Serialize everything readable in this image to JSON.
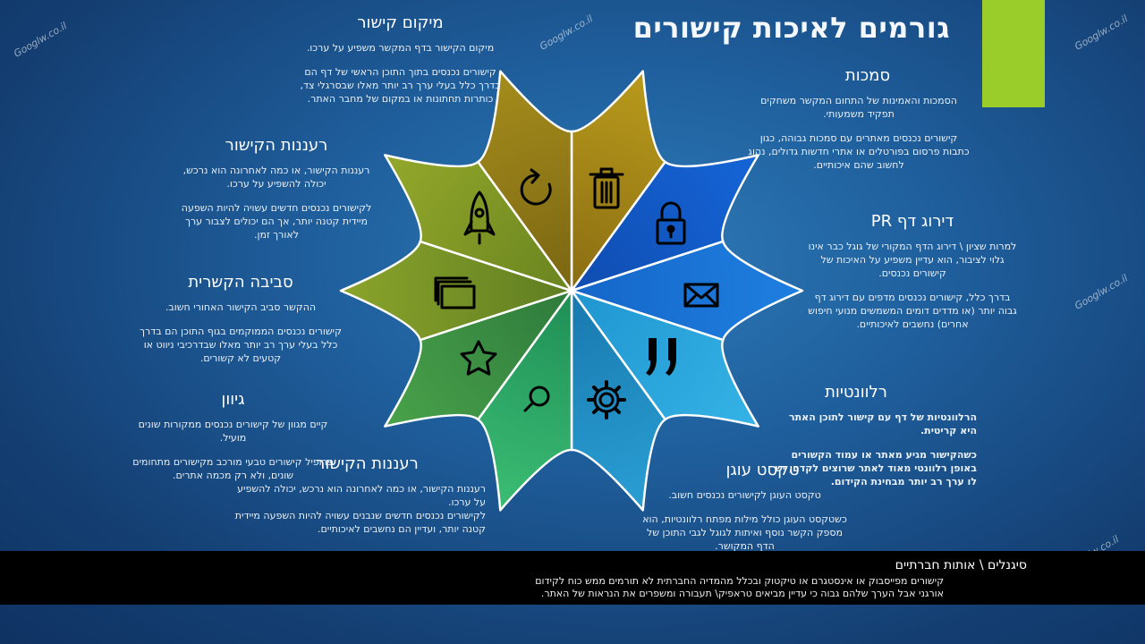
{
  "title": "גורמים לאיכות קישורים",
  "watermark": "Googlw.co.il",
  "sections": {
    "location": {
      "heading": "מיקום קישור",
      "p1": "מיקום הקישור בדף המקשר משפיע על ערכו.",
      "p2": "קישורים נכנסים בתוך התוכן הראשי של דף הם בדרך כלל בעלי ערך רב יותר מאלו שבסרגלי צד, כותרות תחתונות או במקום של מחבר האתר."
    },
    "freshness_top": {
      "heading": "רעננות הקישור",
      "p1": "רעננות הקישור, או כמה לאחרונה הוא נרכש, יכולה להשפיע על ערכו.",
      "p2": "לקישורים נכנסים חדשים עשויה להיות השפעה מיידית קטנה יותר, אך הם יכולים לצבור ערך לאורך זמן."
    },
    "context": {
      "heading": "סביבה הקשרית",
      "p1": "ההקשר סביב הקישור האחורי חשוב.",
      "p2": "קישורים נכנסים הממוקמים בגוף התוכן הם בדרך כלל בעלי ערך רב יותר מאלו שבדרכיבי ניווט או קטעים לא קשורים."
    },
    "diversity": {
      "heading": "גיוון",
      "p1": "קיים מגוון של קישורים נכנסים ממקורות שונים מועיל.",
      "p2": "פרופיל קישורים טבעי מורכב מקישורים מתחומים שונים, ולא רק מכמה אתרים."
    },
    "freshness_bottom": {
      "heading": "רעננות הקישור",
      "p1": "רעננות הקישור, או כמה לאחרונה הוא נרכש, יכולה להשפיע על ערכו.",
      "p2": "לקישורים נכנסים חדשים שנבנים עשויה להיות השפעה מיידית קטנה יותר, ועדיין הם נחשבים לאיכותיים."
    },
    "authority": {
      "heading": "סמכות",
      "p1": "הסמכות והאמינות של התחום המקשר משחקים תפקיד משמעותי.",
      "p2": "קישורים נכנסים מאתרים עם סמכות גבוהה, כגון כתבות פרסום בפורטלים או אתרי חדשות גדולים, נהוג לחשוב שהם איכותיים."
    },
    "pagerank": {
      "heading": "דירוג דף PR",
      "p1": "למרות שציון \\ דירוג הדף המקורי של גוגל כבר אינו גלוי לציבור, הוא עדיין משפיע על האיכות של קישורים נכנסים.",
      "p2": "בדרך כלל, קישורים נכנסים מדפים עם דירוג דף גבוה יותר (או מדדים דומים המשמשים  מנועי חיפוש אחרים) נחשבים לאיכותיים."
    },
    "relevance": {
      "heading": "רלוונטיות",
      "p1": "הרלוונטיות של דף  עם קישור לתוכן האתר היא קריטית.",
      "p2": "כשהקישור מגיע מאתר או עמוד הקשורים באופן רלוונטי מאוד  לאתר שרוצים לקדם, יש לו ערך רב יותר מבחינת הקידום."
    },
    "anchor": {
      "heading": "טקסט עוגן",
      "p1": "טקסט העוגן לקישורים נכנסים חשוב.",
      "p2": "כשטקסט העוגן כולל מילות מפתח רלוונטיות, הוא מספק הקשר נוסף ואיתות לגוגל לגבי התוכן של הדף המקושר."
    }
  },
  "footer": {
    "heading": "סיגנלים \\ אותות חברתיים",
    "text": "קישורים מפייסבוק או אינסטגרם או טיקטוק ובכלל מהמדיה החברתית לא תורמים ממש כוח לקידום אורגני אבל הערך שלהם גבוה כי עדיין מביאים טראפיק\\ תעבורה ומשפרים את הנראות של האתר."
  },
  "wheel": {
    "segments": [
      {
        "icon": "trash-icon",
        "color_outer": "#b99a1c",
        "color_inner": "#8a6d12"
      },
      {
        "icon": "padlock-icon",
        "color_outer": "#1565d8",
        "color_inner": "#0f4cb0"
      },
      {
        "icon": "envelope-icon",
        "color_outer": "#1e7fe0",
        "color_inner": "#1566c8"
      },
      {
        "icon": "quote-icon",
        "color_outer": "#35b3e6",
        "color_inner": "#1f95d0"
      },
      {
        "icon": "gear-icon",
        "color_outer": "#2a9fd4",
        "color_inner": "#1878ad"
      },
      {
        "icon": "search-icon",
        "color_outer": "#3bbd74",
        "color_inner": "#1f8e55"
      },
      {
        "icon": "star-icon",
        "color_outer": "#49a24a",
        "color_inner": "#2e7a3c"
      },
      {
        "icon": "windows-icon",
        "color_outer": "#8aa42a",
        "color_inner": "#5f7d22"
      },
      {
        "icon": "rocket-icon",
        "color_outer": "#93a82a",
        "color_inner": "#6a8420"
      },
      {
        "icon": "refresh-icon",
        "color_outer": "#a58c1c",
        "color_inner": "#7a6512"
      }
    ]
  }
}
